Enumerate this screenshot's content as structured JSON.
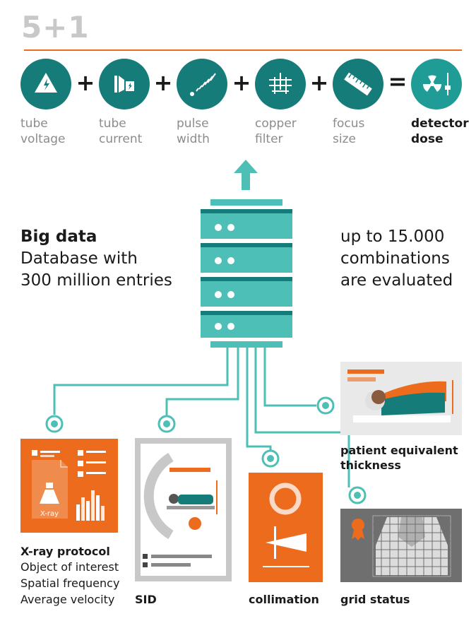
{
  "title": "5+1",
  "formula": {
    "operators": [
      "+",
      "+",
      "+",
      "+",
      "="
    ],
    "params": [
      {
        "line1": "tube",
        "line2": "voltage",
        "icon": "high-voltage-warning-icon"
      },
      {
        "line1": "tube",
        "line2": "current",
        "icon": "tube-current-icon"
      },
      {
        "line1": "pulse",
        "line2": "width",
        "icon": "pulse-width-icon"
      },
      {
        "line1": "copper",
        "line2": "filter",
        "icon": "copper-filter-icon"
      },
      {
        "line1": "focus",
        "line2": "size",
        "icon": "focus-size-ruler-icon"
      },
      {
        "line1": "detector",
        "line2": "dose",
        "icon": "radiation-dose-icon"
      }
    ]
  },
  "bigdata": {
    "heading": "Big data",
    "line1": "Database with",
    "line2": "300 million entries"
  },
  "combinations": {
    "line1": "up to 15.000",
    "line2": "combinations",
    "line3": "are evaluated"
  },
  "inputs": {
    "xray_protocol": {
      "title": "X-ray protocol",
      "label": "X-ray",
      "lines": [
        "Object of interest",
        "Spatial frequency",
        "Average velocity"
      ]
    },
    "sid": {
      "title": "SID"
    },
    "collimation": {
      "title": "collimation"
    },
    "patient": {
      "line1": "patient equivalent",
      "line2": "thickness"
    },
    "grid": {
      "title": "grid status"
    }
  },
  "colors": {
    "teal_dark": "#167c79",
    "teal_light": "#4dbfb6",
    "orange": "#ec6b1d",
    "gray_panel": "#c8c8c8",
    "dark_panel": "#6f6f6f"
  }
}
